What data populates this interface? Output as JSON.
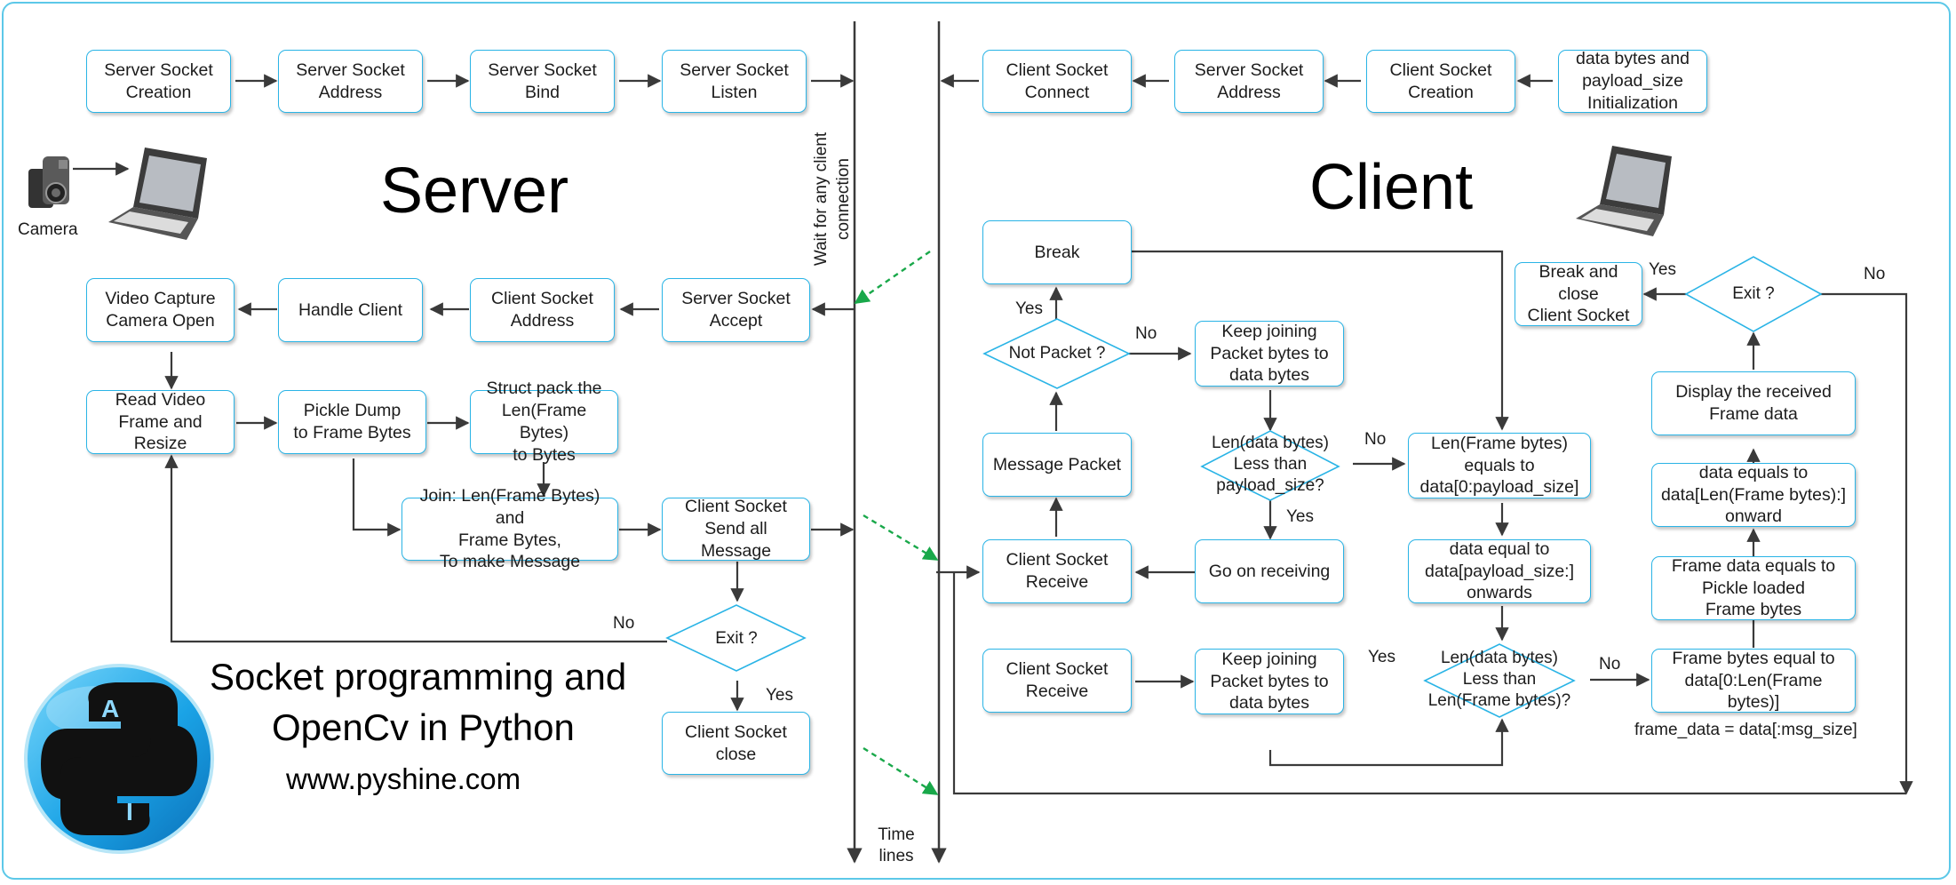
{
  "titles": {
    "server": "Server",
    "client": "Client",
    "footer_line1": "Socket programming and",
    "footer_line2": "OpenCv in Python",
    "website": "www.pyshine.com"
  },
  "icons": {
    "camera_label": "Camera",
    "logo_letters": [
      "A",
      "I"
    ]
  },
  "timeline": {
    "wait_label": "Wait for any client\nconnection",
    "time_label": "Time\nlines"
  },
  "server": {
    "creation": "Server Socket\nCreation",
    "address": "Server Socket\nAddress",
    "bind": "Server Socket\nBind",
    "listen": "Server Socket\nListen",
    "video_open": "Video Capture\nCamera Open",
    "handle": "Handle Client",
    "client_address": "Client Socket\nAddress",
    "accept": "Server Socket\nAccept",
    "read_frame": "Read Video\nFrame and Resize",
    "pickle": "Pickle Dump\nto Frame Bytes",
    "struct": "Struct pack the\nLen(Frame Bytes)\nto Bytes",
    "join": "Join: Len(Frame Bytes) and\nFrame Bytes,\nTo make Message",
    "send": "Client Socket\nSend all Message",
    "exit": "Exit ?",
    "close": "Client Socket\nclose",
    "no": "No",
    "yes": "Yes"
  },
  "client": {
    "connect": "Client Socket\nConnect",
    "address": "Server Socket\nAddress",
    "creation": "Client Socket\nCreation",
    "init": "data bytes and\npayload_size\nInitialization",
    "break": "Break",
    "not_packet": "Not Packet ?",
    "keep1": "Keep joining\nPacket bytes to\ndata bytes",
    "message_packet": "Message Packet",
    "len_data": "Len(data bytes)\nLess than\npayload_size?",
    "len_frame_eq": "Len(Frame bytes)\nequals to\ndata[0:payload_size]",
    "receive1": "Client Socket\nReceive",
    "go_on": "Go on receiving",
    "data_equal": "data equal to\ndata[payload_size:]\nonwards",
    "receive2": "Client Socket\nReceive",
    "keep2": "Keep joining\nPacket bytes to\ndata bytes",
    "len_data2": "Len(data bytes)\nLess than\nLen(Frame bytes)?",
    "frame_bytes_eq": "Frame bytes equal to\ndata[0:Len(Frame bytes)]",
    "frame_data_note": "frame_data = data[:msg_size]",
    "frame_data_pickle": "Frame data equals to\nPickle loaded\nFrame bytes",
    "data_equals": "data equals to\ndata[Len(Frame bytes):]\nonward",
    "display": "Display the received\nFrame data",
    "exit": "Exit ?",
    "break_close": "Break and\nclose\nClient Socket",
    "yes": "Yes",
    "no": "No"
  },
  "colors": {
    "box_border": "#2ab4e6",
    "frame_border": "#5cc8e8",
    "wire": "#3a3a3a",
    "dashed_arrow": "#19a84a"
  }
}
